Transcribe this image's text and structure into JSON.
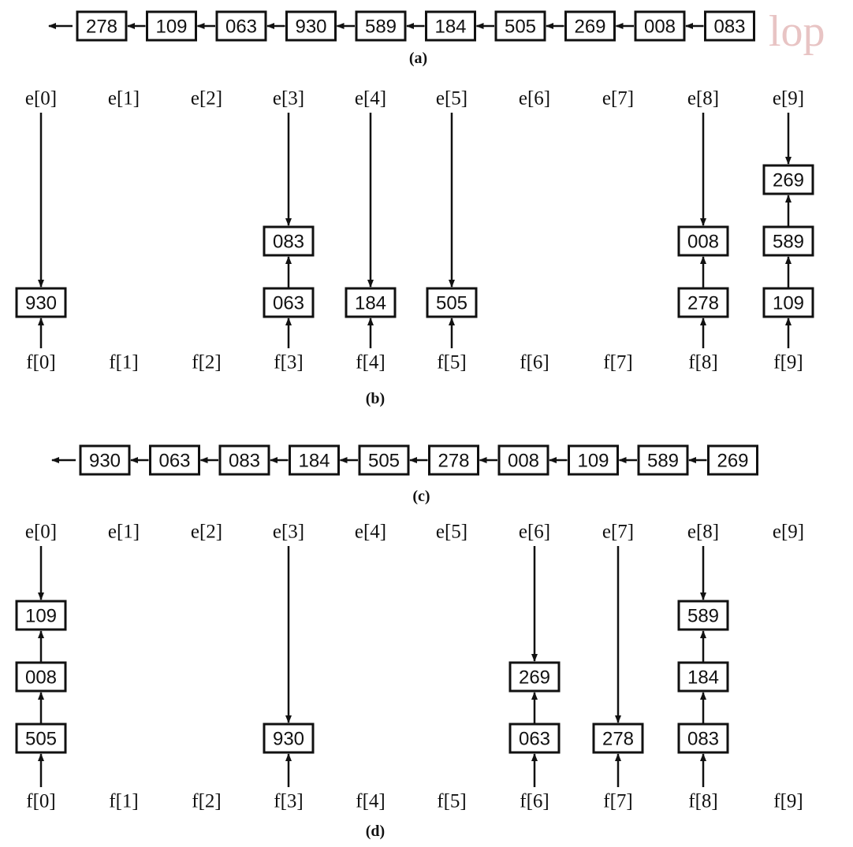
{
  "watermark": "lop",
  "panels": {
    "a": {
      "caption": "(a)",
      "list": [
        "278",
        "109",
        "063",
        "930",
        "589",
        "184",
        "505",
        "269",
        "008",
        "083"
      ]
    },
    "b": {
      "caption": "(b)",
      "e_labels": [
        "e[0]",
        "e[1]",
        "e[2]",
        "e[3]",
        "e[4]",
        "e[5]",
        "e[6]",
        "e[7]",
        "e[8]",
        "e[9]"
      ],
      "f_labels": [
        "f[0]",
        "f[1]",
        "f[2]",
        "f[3]",
        "f[4]",
        "f[5]",
        "f[6]",
        "f[7]",
        "f[8]",
        "f[9]"
      ],
      "buckets": [
        [
          "930"
        ],
        [],
        [],
        [
          "063",
          "083"
        ],
        [
          "184"
        ],
        [
          "505"
        ],
        [],
        [],
        [
          "278",
          "008"
        ],
        [
          "109",
          "589",
          "269"
        ]
      ]
    },
    "c": {
      "caption": "(c)",
      "list": [
        "930",
        "063",
        "083",
        "184",
        "505",
        "278",
        "008",
        "109",
        "589",
        "269"
      ]
    },
    "d": {
      "caption": "(d)",
      "e_labels": [
        "e[0]",
        "e[1]",
        "e[2]",
        "e[3]",
        "e[4]",
        "e[5]",
        "e[6]",
        "e[7]",
        "e[8]",
        "e[9]"
      ],
      "f_labels": [
        "f[0]",
        "f[1]",
        "f[2]",
        "f[3]",
        "f[4]",
        "f[5]",
        "f[6]",
        "f[7]",
        "f[8]",
        "f[9]"
      ],
      "buckets": [
        [
          "505",
          "008",
          "109"
        ],
        [],
        [],
        [
          "930"
        ],
        [],
        [],
        [
          "063",
          "269"
        ],
        [
          "278"
        ],
        [
          "083",
          "184",
          "589"
        ],
        []
      ]
    }
  }
}
